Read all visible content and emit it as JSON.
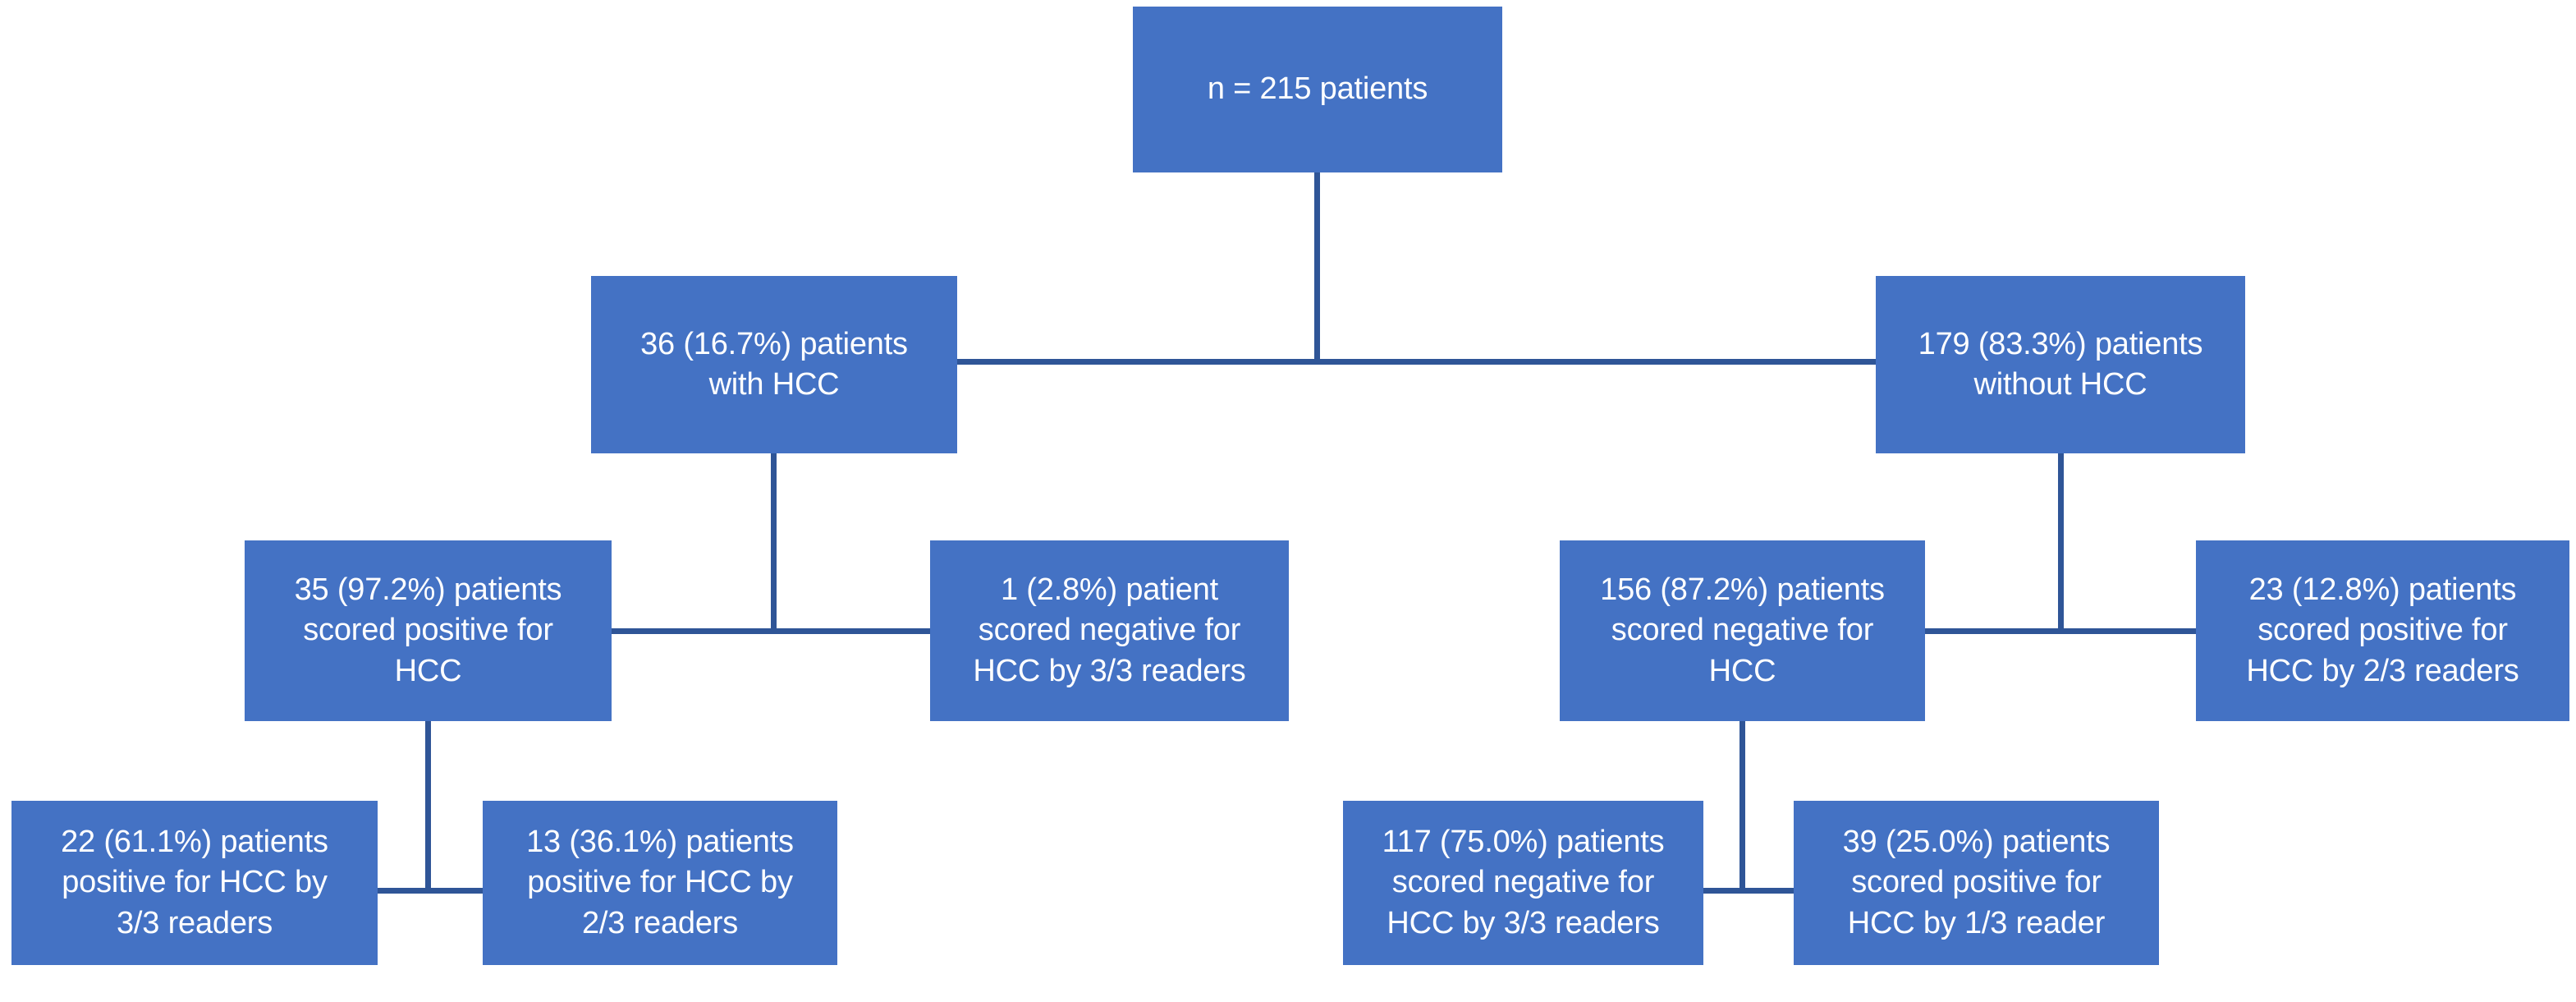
{
  "diagram": {
    "title": "HCC patient reader-study flowchart",
    "colors": {
      "box_fill": "#4472C4",
      "box_text": "#FFFFFF",
      "connector": "#2F5597",
      "background": "#FFFFFF"
    },
    "nodes": {
      "root": {
        "text": "n = 215 patients"
      },
      "with_hcc": {
        "line1": "36 (16.7%) patients",
        "line2": "with HCC"
      },
      "without_hcc": {
        "line1": "179 (83.3%) patients",
        "line2": "without HCC"
      },
      "hcc_pos": {
        "line1": "35 (97.2%) patients",
        "line2": "scored positive for",
        "line3": "HCC"
      },
      "hcc_neg": {
        "line1": "1 (2.8%) patient",
        "line2": "scored negative for",
        "line3": "HCC by 3/3 readers"
      },
      "nohcc_neg": {
        "line1": "156 (87.2%) patients",
        "line2": "scored negative for",
        "line3": "HCC"
      },
      "nohcc_pos": {
        "line1": "23 (12.8%) patients",
        "line2": "scored positive for",
        "line3": "HCC by 2/3 readers"
      },
      "hcc_pos_33": {
        "line1": "22 (61.1%) patients",
        "line2": "positive for HCC by",
        "line3": "3/3 readers"
      },
      "hcc_pos_23": {
        "line1": "13 (36.1%) patients",
        "line2": "positive for HCC by",
        "line3": "2/3 readers"
      },
      "nohcc_neg_33": {
        "line1": "117 (75.0%) patients",
        "line2": "scored negative for",
        "line3": "HCC by 3/3 readers"
      },
      "nohcc_pos_13": {
        "line1": "39 (25.0%) patients",
        "line2": "scored positive for",
        "line3": "HCC by 1/3 reader"
      }
    },
    "chart_data": {
      "type": "diagram",
      "flow": "tree",
      "total": 215,
      "levels": [
        {
          "level": 1,
          "nodes": [
            {
              "id": "root",
              "count": 215,
              "percent": null,
              "label": "n = 215 patients"
            }
          ]
        },
        {
          "level": 2,
          "parent": "root",
          "nodes": [
            {
              "id": "with_hcc",
              "count": 36,
              "percent": 16.7,
              "label": "36 (16.7%) patients with HCC"
            },
            {
              "id": "without_hcc",
              "count": 179,
              "percent": 83.3,
              "label": "179 (83.3%) patients without HCC"
            }
          ]
        },
        {
          "level": 3,
          "nodes": [
            {
              "id": "hcc_pos",
              "parent": "with_hcc",
              "count": 35,
              "percent": 97.2,
              "label": "35 (97.2%) patients scored positive for HCC"
            },
            {
              "id": "hcc_neg",
              "parent": "with_hcc",
              "count": 1,
              "percent": 2.8,
              "label": "1 (2.8%) patient scored negative for HCC by 3/3 readers"
            },
            {
              "id": "nohcc_neg",
              "parent": "without_hcc",
              "count": 156,
              "percent": 87.2,
              "label": "156 (87.2%) patients scored negative for HCC"
            },
            {
              "id": "nohcc_pos",
              "parent": "without_hcc",
              "count": 23,
              "percent": 12.8,
              "label": "23 (12.8%) patients scored positive for HCC by 2/3 readers"
            }
          ]
        },
        {
          "level": 4,
          "nodes": [
            {
              "id": "hcc_pos_33",
              "parent": "hcc_pos",
              "count": 22,
              "percent": 61.1,
              "label": "22 (61.1%) patients positive for HCC by 3/3 readers"
            },
            {
              "id": "hcc_pos_23",
              "parent": "hcc_pos",
              "count": 13,
              "percent": 36.1,
              "label": "13 (36.1%) patients positive for HCC by 2/3 readers"
            },
            {
              "id": "nohcc_neg_33",
              "parent": "nohcc_neg",
              "count": 117,
              "percent": 75.0,
              "label": "117 (75.0%) patients scored negative for HCC by 3/3 readers"
            },
            {
              "id": "nohcc_pos_13",
              "parent": "nohcc_neg",
              "count": 39,
              "percent": 25.0,
              "label": "39 (25.0%) patients scored positive for HCC by 1/3 reader"
            }
          ]
        }
      ]
    }
  }
}
